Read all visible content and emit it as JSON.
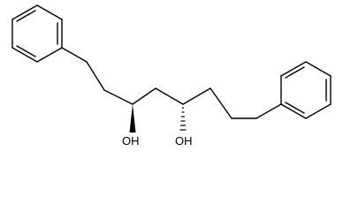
{
  "molecule": {
    "atom_labels": {
      "oh_left": "OH",
      "oh_right": "OH"
    },
    "stereo": {
      "c3": "wedge",
      "c5": "hash"
    }
  }
}
